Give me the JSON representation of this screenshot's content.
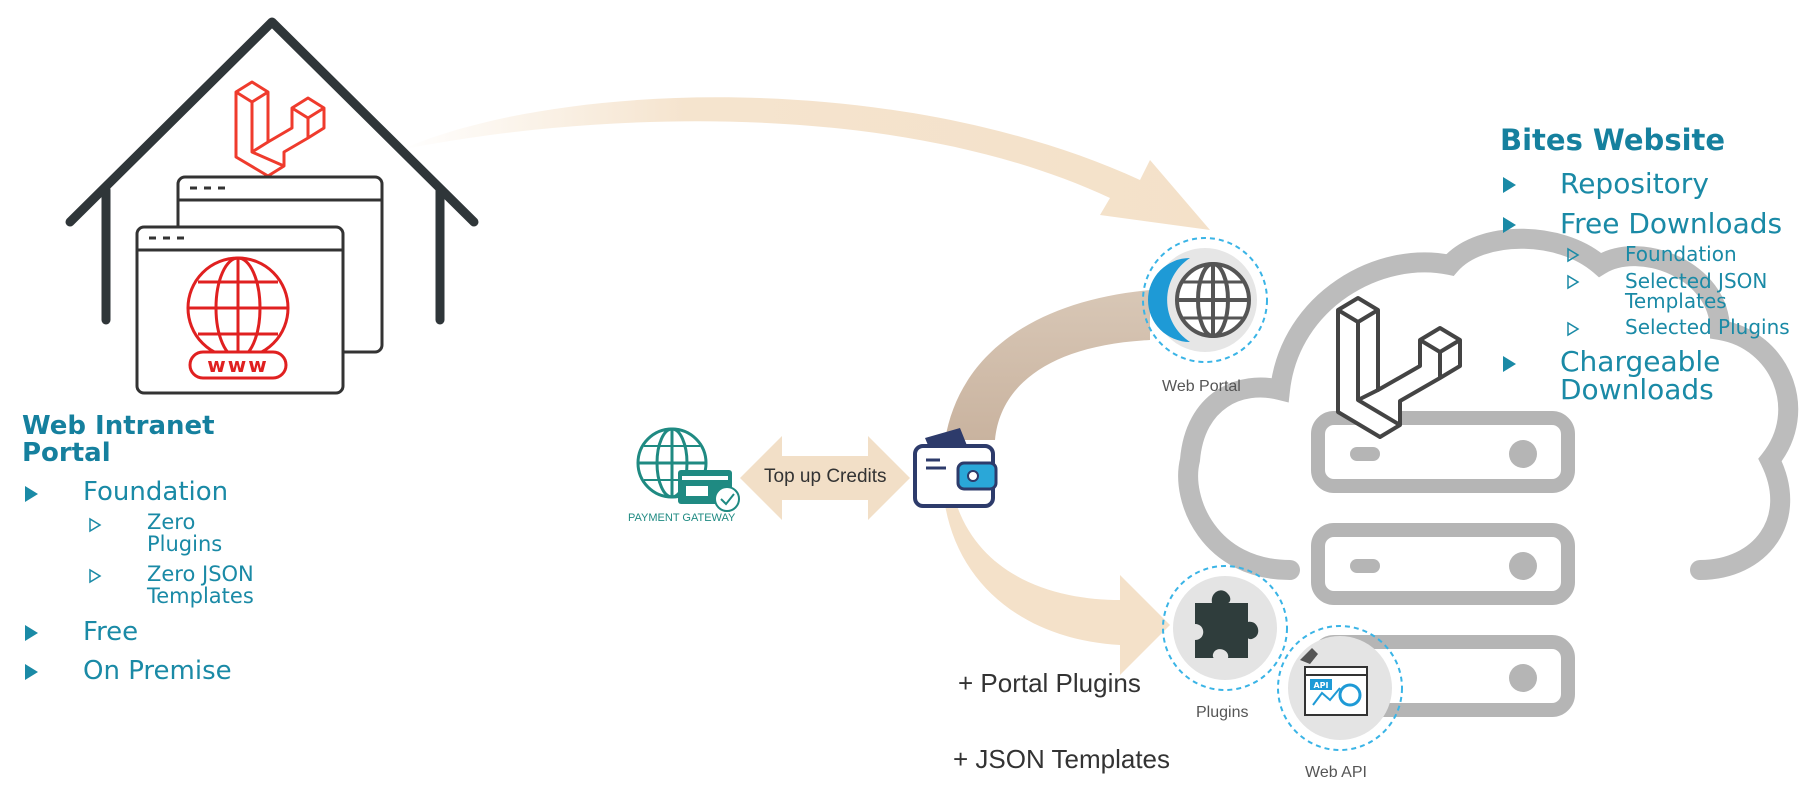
{
  "left_panel": {
    "title": "Web Intranet Portal",
    "items": [
      {
        "label": "Foundation",
        "subitems": [
          "Zero Plugins",
          "Zero JSON Templates"
        ]
      },
      {
        "label": "Free",
        "subitems": []
      },
      {
        "label": "On Premise",
        "subitems": []
      }
    ],
    "www_text": "www"
  },
  "right_panel": {
    "title": "Bites Website",
    "items": [
      {
        "label": "Repository",
        "subitems": []
      },
      {
        "label": "Free Downloads",
        "subitems": [
          "Foundation",
          "Selected JSON Templates",
          "Selected Plugins"
        ]
      },
      {
        "label": "Chargeable Downloads",
        "subitems": []
      }
    ]
  },
  "center": {
    "payment_gateway_label": "PAYMENT GATEWAY",
    "top_up_label": "Top up Credits",
    "web_portal_label": "Web Portal",
    "plugins_label": "Plugins",
    "web_api_label": "Web API",
    "api_badge": "API",
    "portal_plugins_label": "+ Portal Plugins",
    "json_templates_label": "+ JSON Templates"
  },
  "colors": {
    "teal": "#1a8aa6",
    "laravel_red": "#ef3b2d",
    "globe_red": "#e02020",
    "arrow_beige": "#f4e1c9",
    "arrow_brown": "#c4ad99",
    "cloud_gray": "#b5b5b5",
    "house_dark": "#2e3538"
  }
}
